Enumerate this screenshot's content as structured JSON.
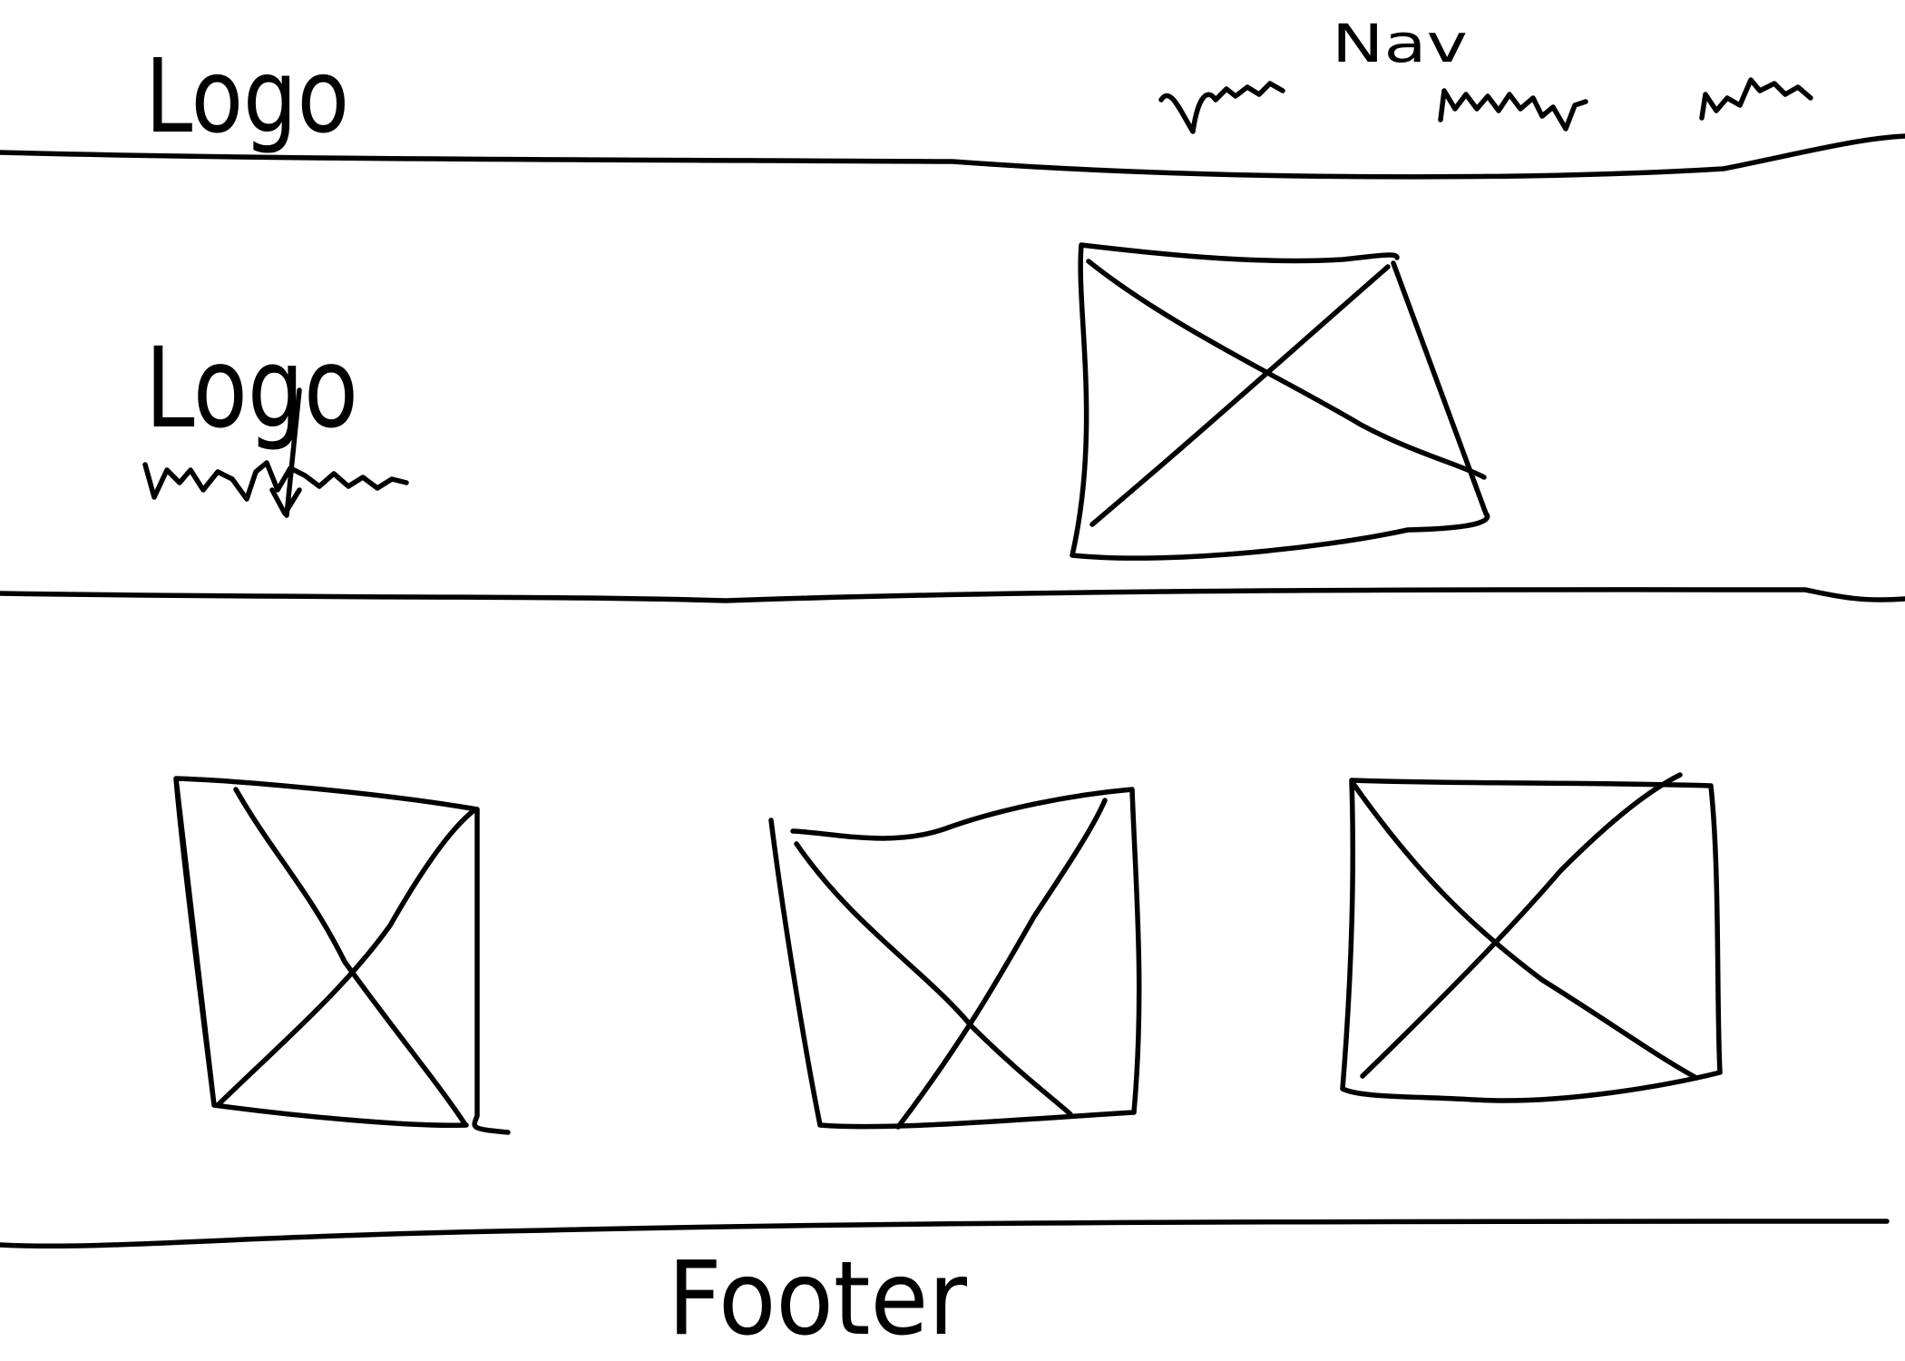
{
  "header": {
    "logo_text": "Logo",
    "nav_label": "Nav",
    "nav_items": [
      "",
      "",
      ""
    ]
  },
  "hero": {
    "logo_text": "Logo"
  },
  "footer": {
    "label": "Footer"
  },
  "colors": {
    "ink": "#000000",
    "paper": "#ffffff"
  }
}
